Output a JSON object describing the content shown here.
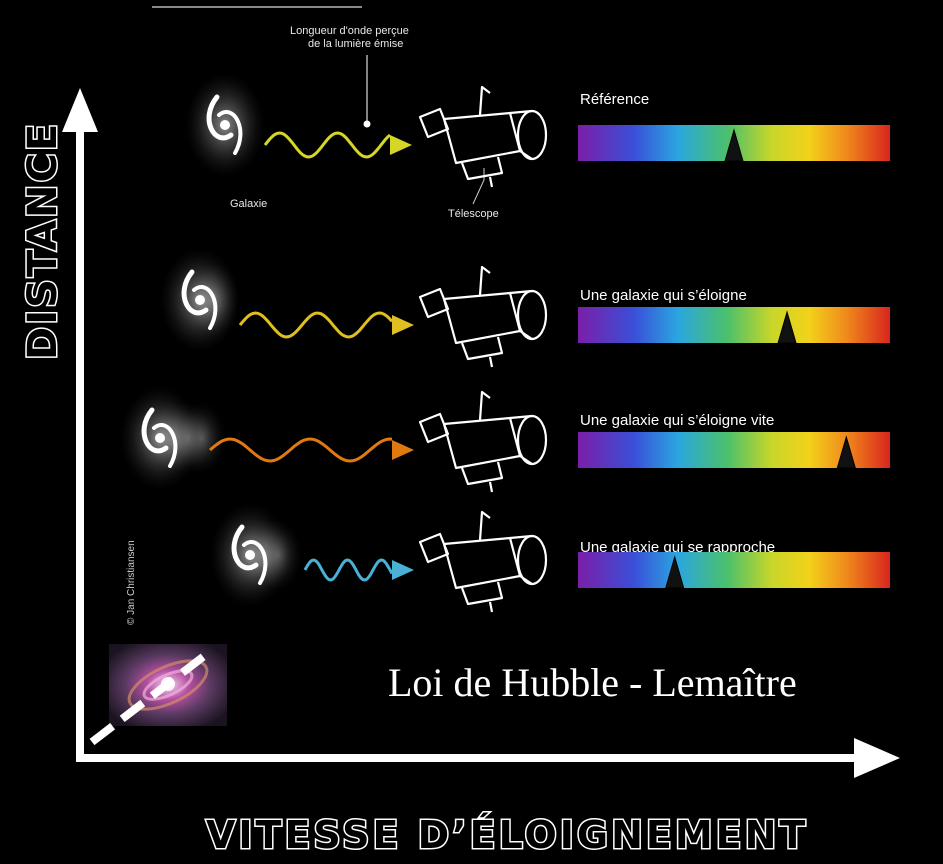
{
  "title": "Loi de Hubble - Lemaître",
  "y_axis": {
    "label": "DISTANCE"
  },
  "x_axis": {
    "label": "VITESSE D’ÉLOIGNEMENT"
  },
  "credit": "© Jan Christiansen",
  "annotations": {
    "wavelength": [
      "Longueur d'onde perçue",
      "de la lumière émise"
    ],
    "galaxy": "Galaxie",
    "telescope": "Télescope"
  },
  "rows": [
    {
      "label": "Référence",
      "marker_fraction": 0.5,
      "wave_color": "#d6d626"
    },
    {
      "label": "Une galaxie qui s’éloigne",
      "marker_fraction": 0.67,
      "wave_color": "#e0c020"
    },
    {
      "label": "Une galaxie qui s’éloigne vite",
      "marker_fraction": 0.86,
      "wave_color": "#e07a10"
    },
    {
      "label": "Une galaxie qui se rapproche",
      "marker_fraction": 0.31,
      "wave_color": "#4ab0d6"
    }
  ],
  "colors": {
    "background": "#000000",
    "axis": "#ffffff"
  }
}
